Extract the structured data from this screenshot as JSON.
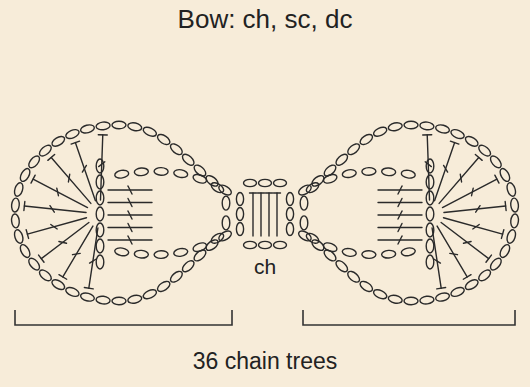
{
  "diagram": {
    "title": "Bow: ch, sc, dc",
    "labels": [
      "ch",
      "36 chain trees"
    ]
  }
}
